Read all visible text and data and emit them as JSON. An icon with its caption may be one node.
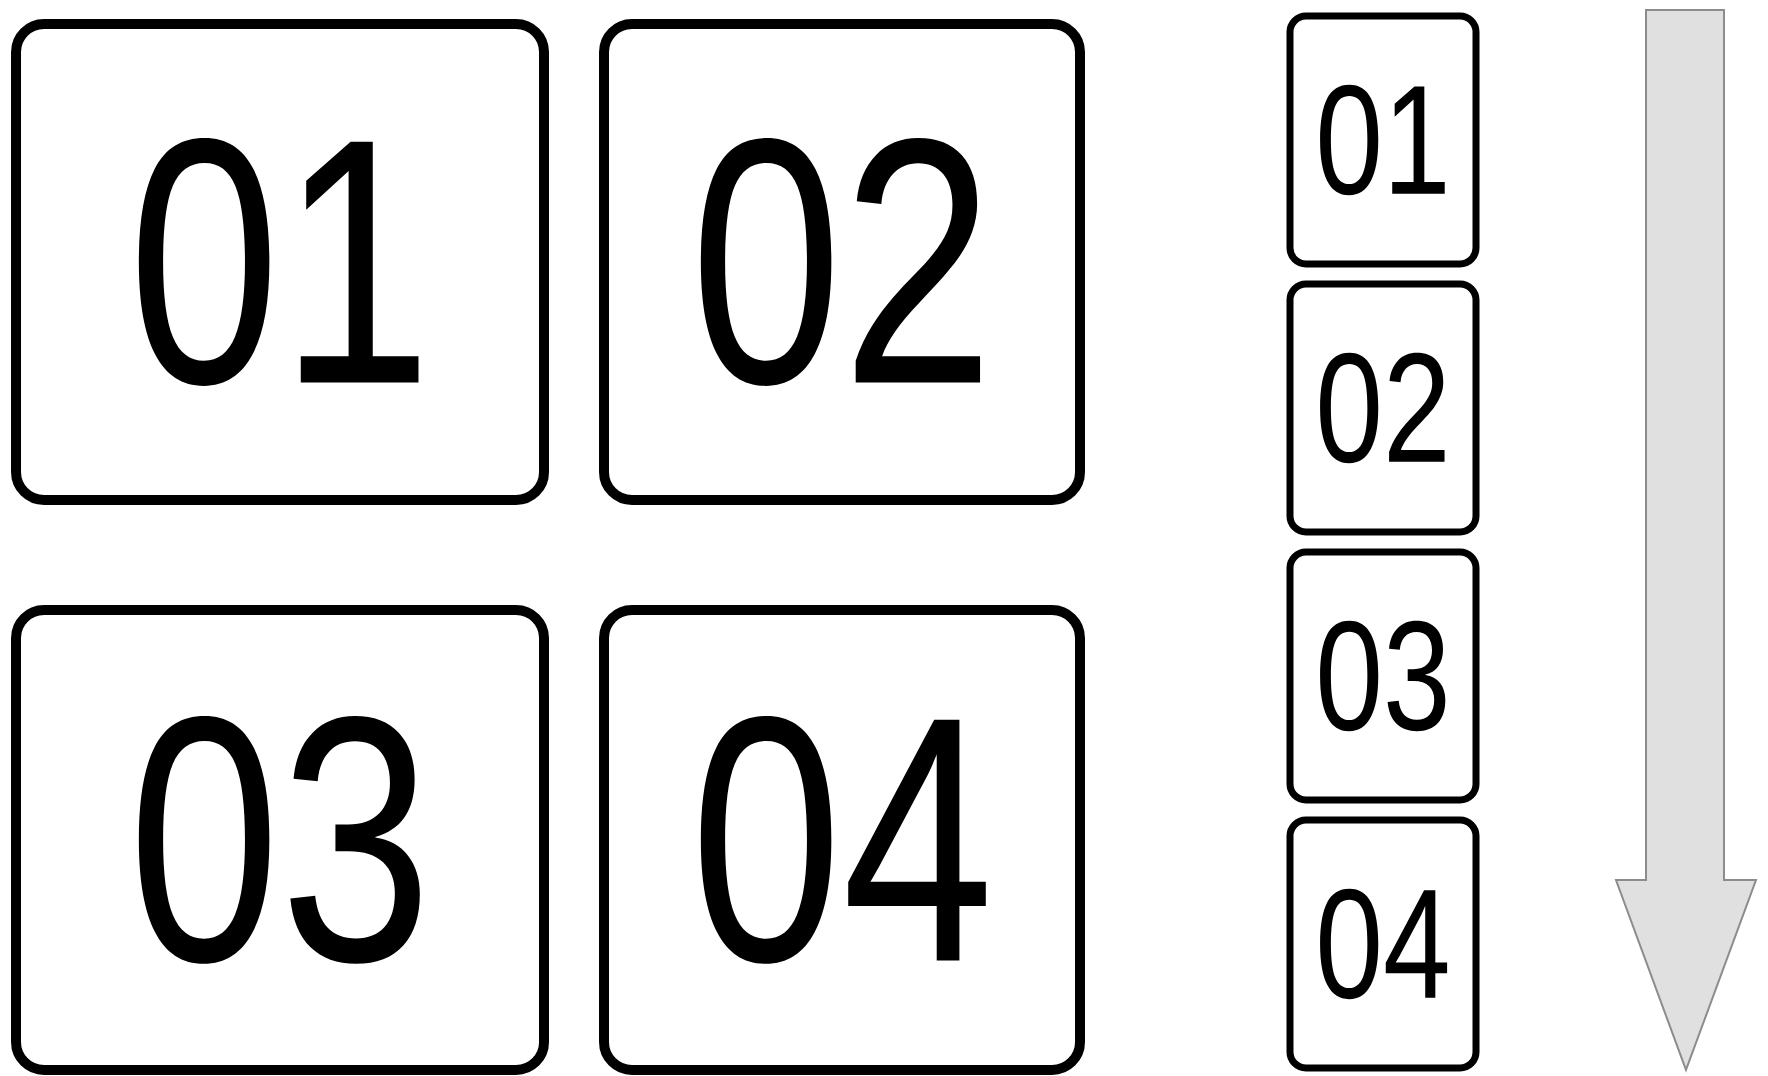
{
  "diagram": {
    "nodes": [
      {
        "text": [
          "01"
        ]
      },
      {
        "text": [
          "02"
        ]
      },
      {
        "text": [
          "03"
        ]
      },
      {
        "text": [
          "04"
        ]
      },
      {
        "text": [
          "01"
        ]
      },
      {
        "text": [
          "02"
        ]
      },
      {
        "text": [
          "03"
        ]
      },
      {
        "text": [
          "04"
        ]
      }
    ]
  }
}
